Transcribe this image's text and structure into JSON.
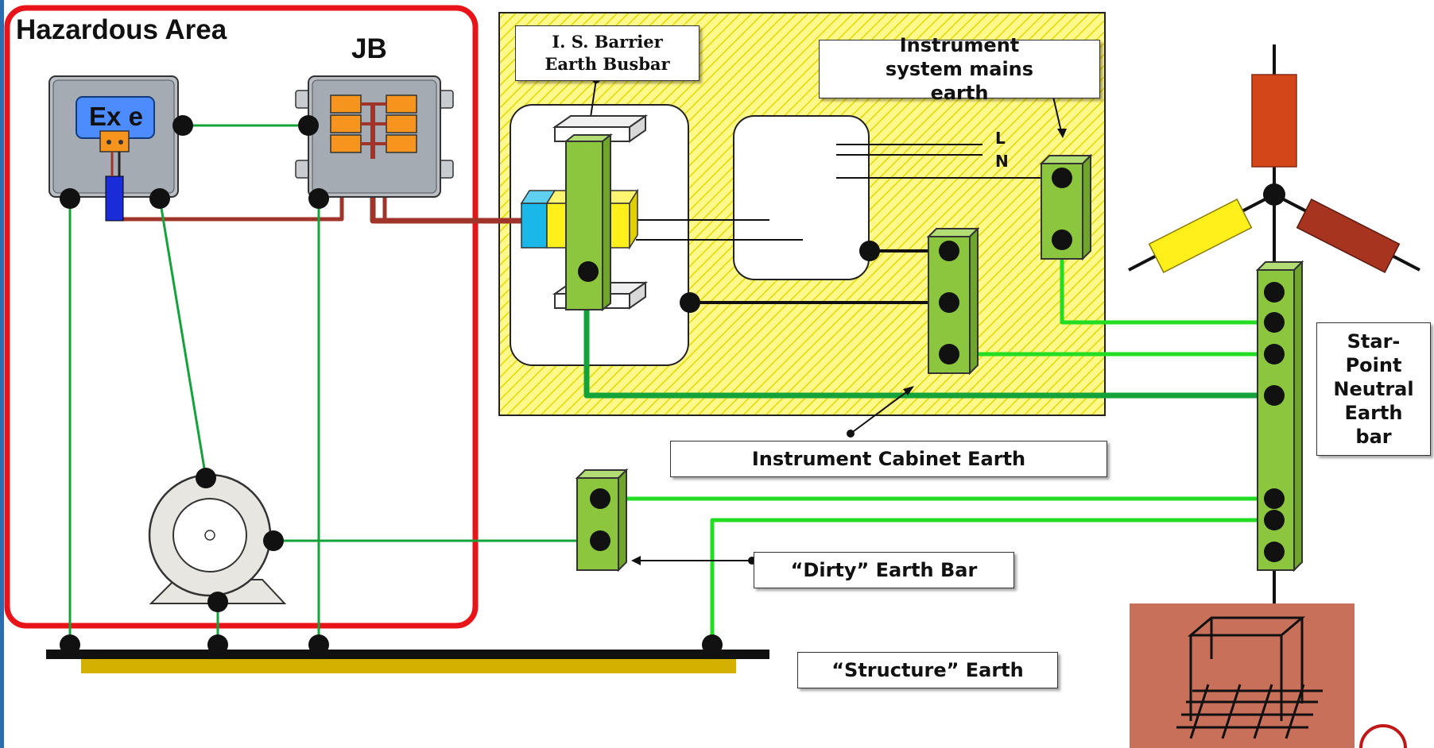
{
  "labels": {
    "hazardous_area": "Hazardous Area",
    "jb": "JB",
    "exe": "Ex e",
    "is_barrier": "I. S. Barrier Earth Busbar",
    "mains_earth": "Instrument system mains earth",
    "line": "L",
    "neutral": "N",
    "cabinet_earth": "Instrument Cabinet Earth",
    "dirty_earth": "“Dirty” Earth Bar",
    "structure_earth": "“Structure” Earth",
    "star_point": "Star-Point Neutral Earth bar"
  },
  "colors": {
    "hazard_border": "#e8141a",
    "earth_wire": "#22dd22",
    "dark_wire": "#14a33a",
    "busbar": "#8cc63f",
    "cabinet_fill": "#fff88a",
    "brown_wire": "#a0342a",
    "terminal": "#f7941d",
    "exe_box": "#4d8cff",
    "transformer_red": "#d2461a",
    "transformer_yellow": "#ffef1a",
    "transformer_brown": "#a6341f",
    "earth_pit": "#c8705a",
    "structure_bar": "#d4b000"
  }
}
